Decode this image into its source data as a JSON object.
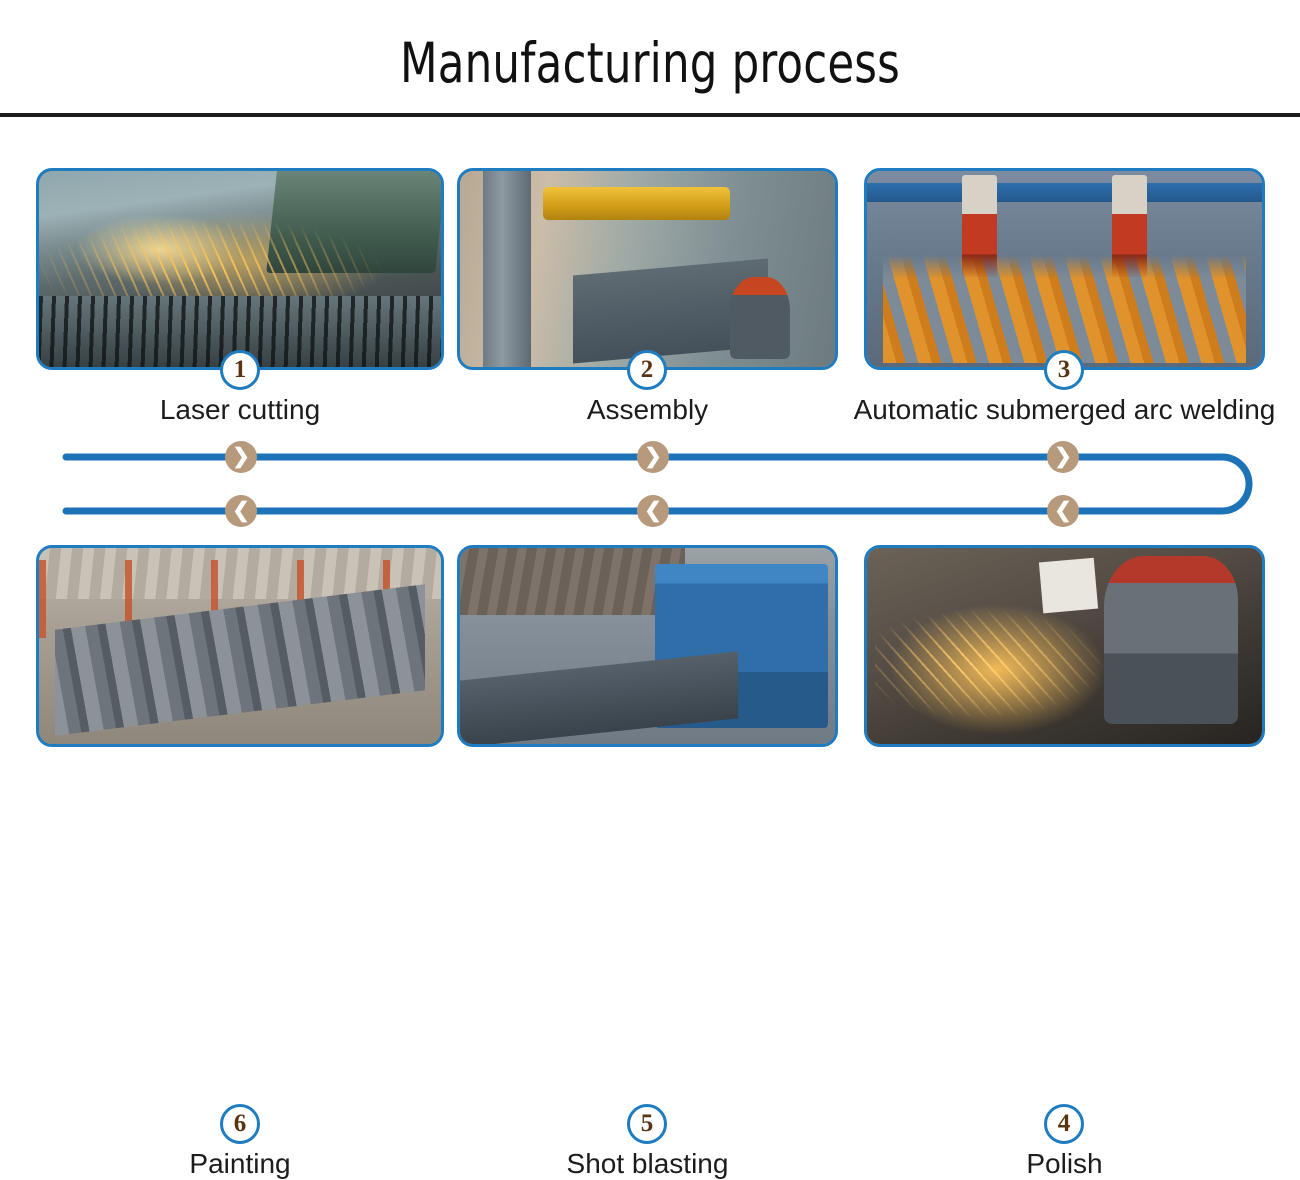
{
  "header": {
    "title": "Manufacturing process"
  },
  "steps": [
    {
      "number": "1",
      "label": "Laser cutting",
      "image_name": "laser-cutting-photo"
    },
    {
      "number": "2",
      "label": "Assembly",
      "image_name": "assembly-photo"
    },
    {
      "number": "3",
      "label": "Automatic submerged arc welding",
      "image_name": "submerged-arc-welding-photo"
    },
    {
      "number": "4",
      "label": "Polish",
      "image_name": "polish-photo"
    },
    {
      "number": "5",
      "label": "Shot blasting",
      "image_name": "shot-blasting-photo"
    },
    {
      "number": "6",
      "label": "Painting",
      "image_name": "painting-photo"
    }
  ],
  "connector": {
    "forward_marks": [
      {
        "glyph": "❯"
      },
      {
        "glyph": "❯"
      },
      {
        "glyph": "❯"
      }
    ],
    "return_marks": [
      {
        "glyph": "❮"
      },
      {
        "glyph": "❮"
      },
      {
        "glyph": "❮"
      }
    ]
  },
  "colors": {
    "accent_blue": "#1f7cc0",
    "line_blue": "#1c73b8",
    "marker_tan": "#b7997c",
    "number_brown": "#5a3410",
    "rule_dark": "#1a1a1a",
    "text_dark": "#1c1c1c"
  }
}
